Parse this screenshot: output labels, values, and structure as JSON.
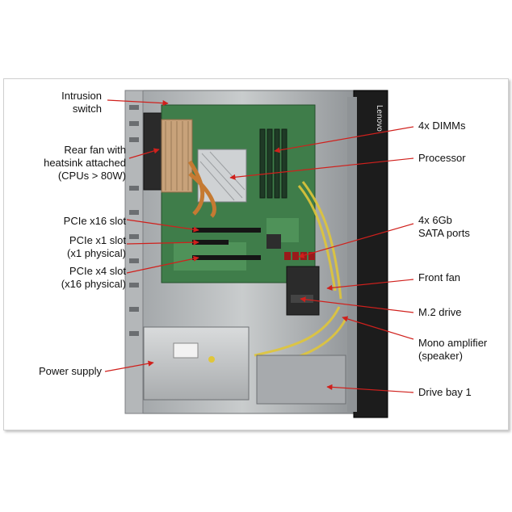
{
  "labels_left": [
    {
      "id": "intrusion-switch",
      "lines": [
        "Intrusion",
        "switch"
      ]
    },
    {
      "id": "rear-fan",
      "lines": [
        "Rear fan with",
        "heatsink attached",
        "(CPUs > 80W)"
      ]
    },
    {
      "id": "pcie-x16",
      "lines": [
        "PCIe x16 slot"
      ]
    },
    {
      "id": "pcie-x1",
      "lines": [
        "PCIe x1 slot",
        "(x1 physical)"
      ]
    },
    {
      "id": "pcie-x4",
      "lines": [
        "PCIe x4 slot",
        "(x16 physical)"
      ]
    },
    {
      "id": "power-supply",
      "lines": [
        "Power supply"
      ]
    }
  ],
  "labels_right": [
    {
      "id": "dimms",
      "lines": [
        "4x DIMMs"
      ]
    },
    {
      "id": "processor",
      "lines": [
        "Processor"
      ]
    },
    {
      "id": "sata-ports",
      "lines": [
        "4x 6Gb",
        "SATA ports"
      ]
    },
    {
      "id": "front-fan",
      "lines": [
        "Front fan"
      ]
    },
    {
      "id": "m2-drive",
      "lines": [
        "M.2 drive"
      ]
    },
    {
      "id": "mono-amp",
      "lines": [
        "Mono amplifier",
        "(speaker)"
      ]
    },
    {
      "id": "drive-bay",
      "lines": [
        "Drive bay 1"
      ]
    }
  ],
  "front_bezel_logo": "Lenovo",
  "colors": {
    "arrow": "#d0201c",
    "chassis": "#b9bcbe",
    "board": "#3f7d4a",
    "bezel": "#1c1c1c"
  }
}
